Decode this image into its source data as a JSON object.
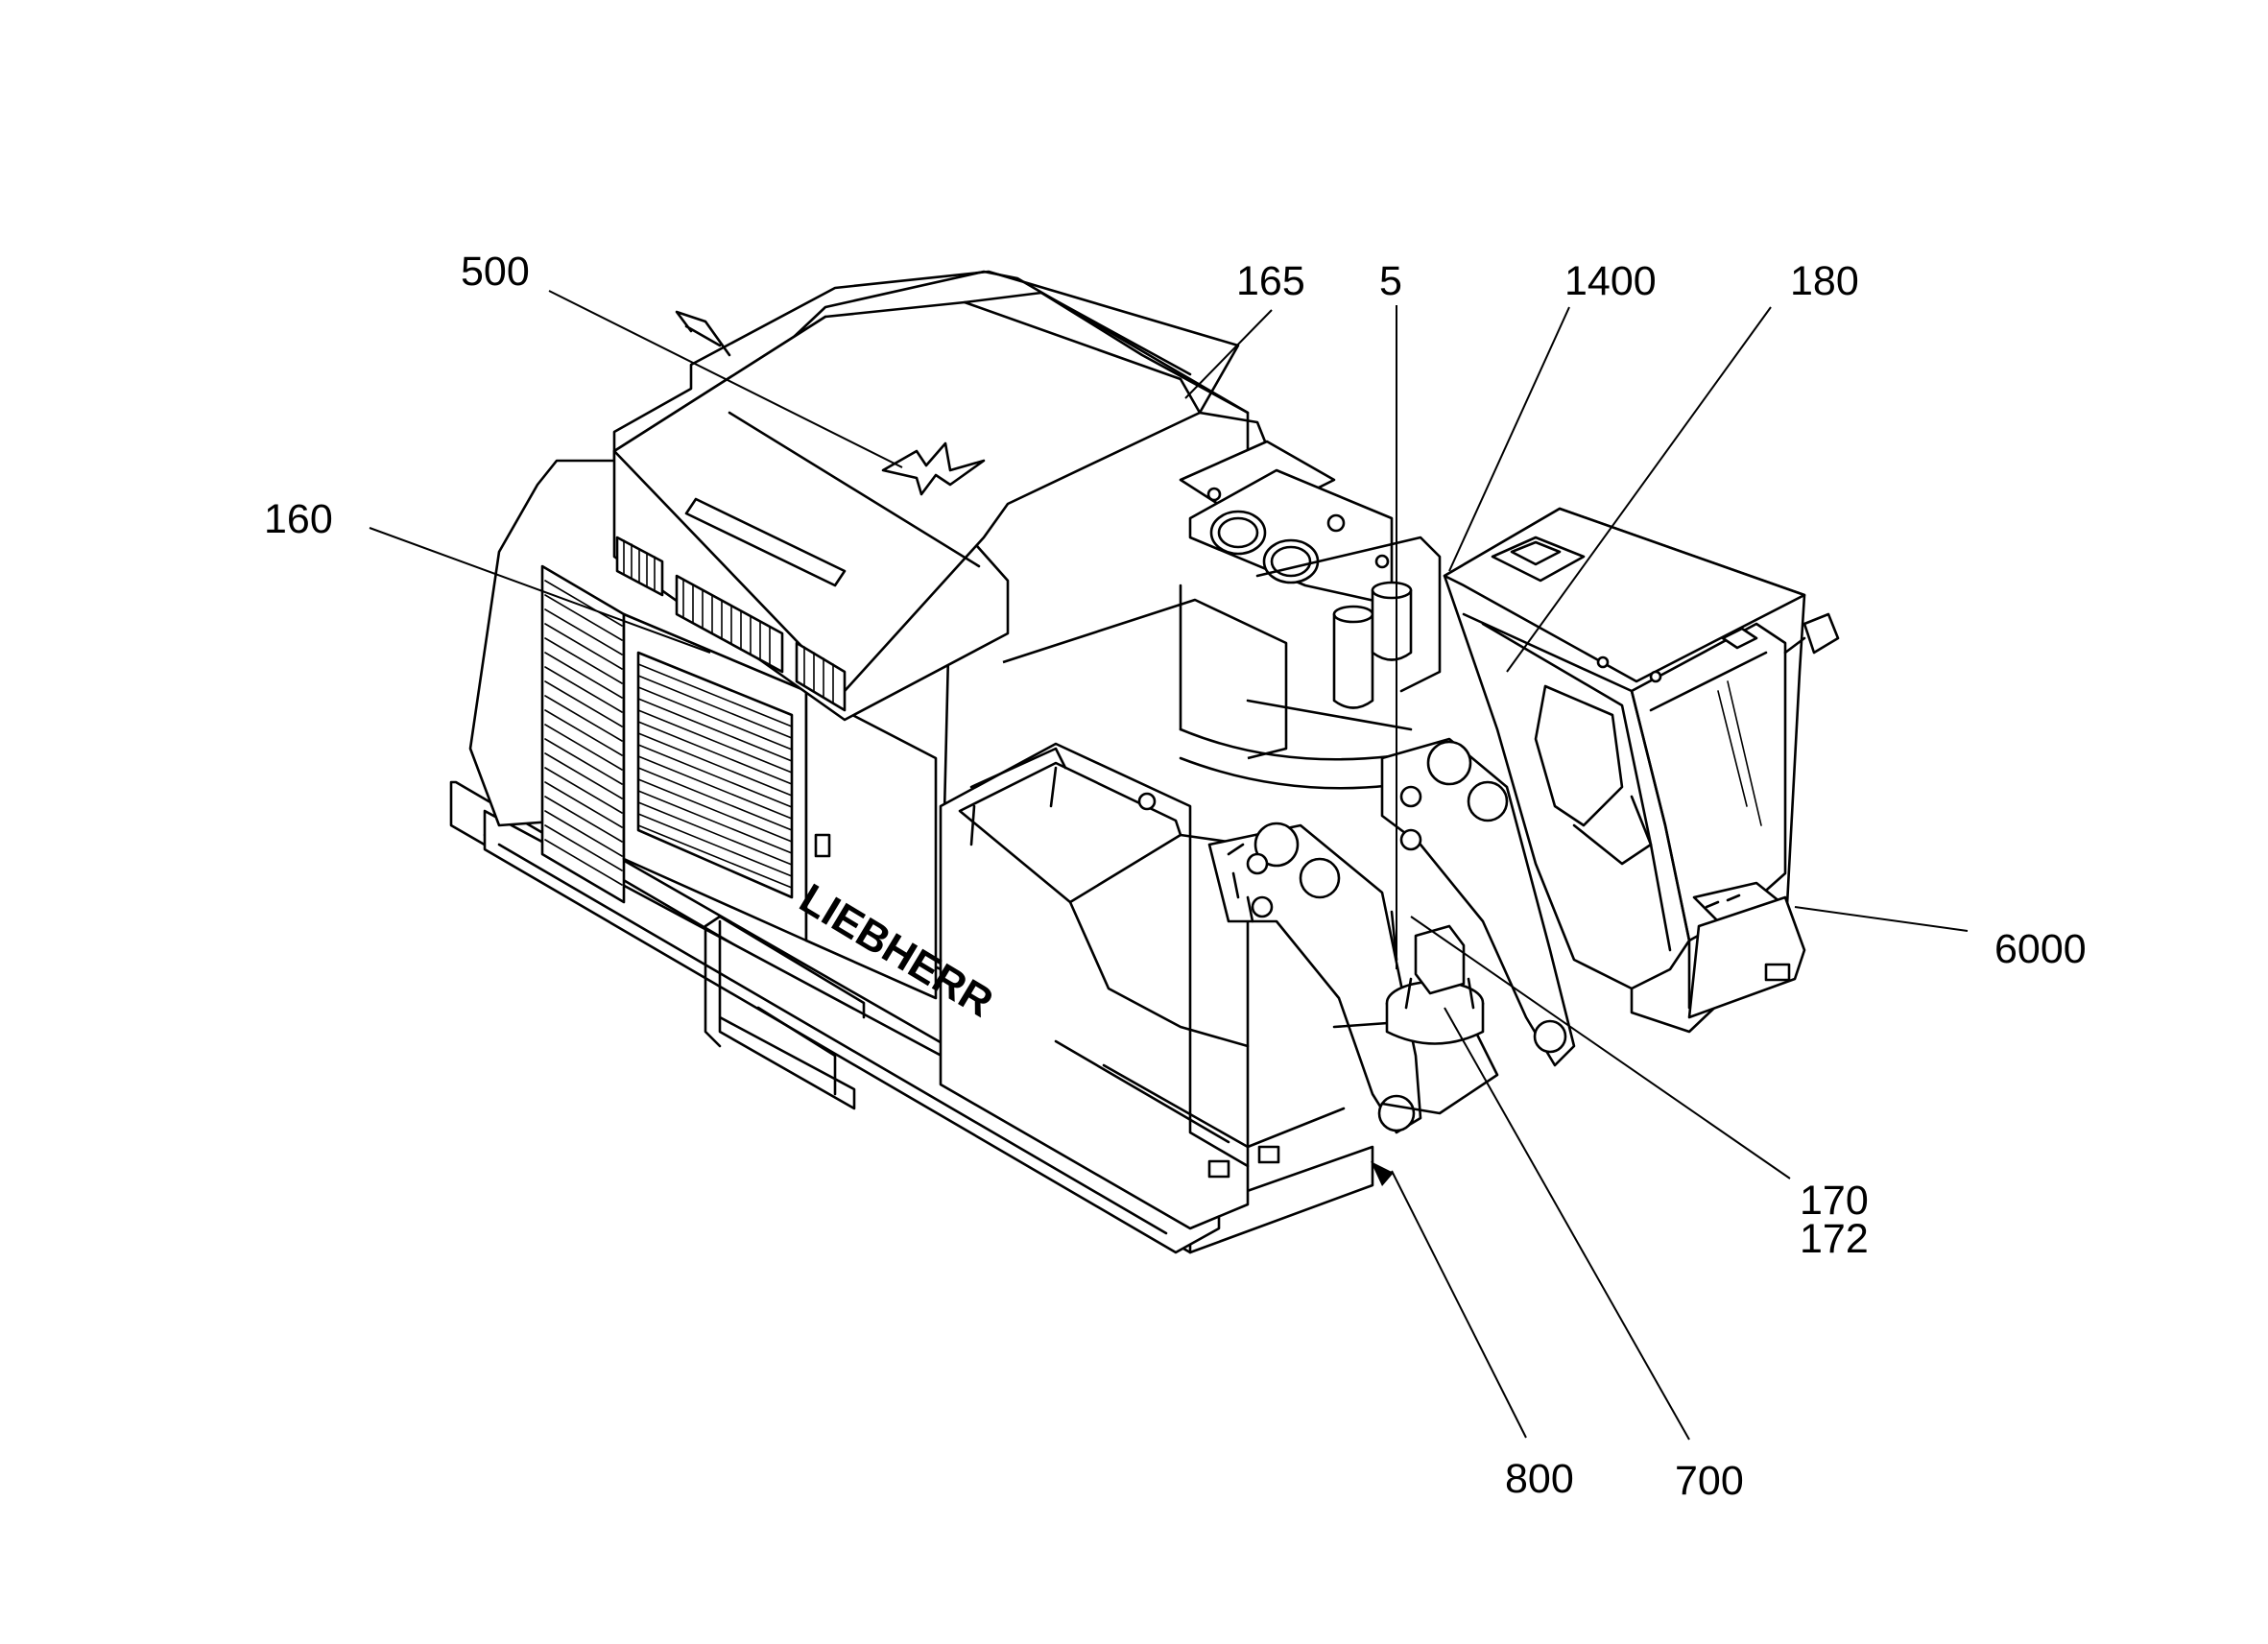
{
  "figure": {
    "brand_logo_text": "LIEBHERR",
    "reference_numerals": {
      "r500": "500",
      "r165": "165",
      "r5": "5",
      "r1400": "1400",
      "r180": "180",
      "r160": "160",
      "r6000": "6000",
      "r170": "170",
      "r172": "172",
      "r800": "800",
      "r700": "700"
    },
    "line_color": "#000000",
    "background_color": "#ffffff"
  }
}
